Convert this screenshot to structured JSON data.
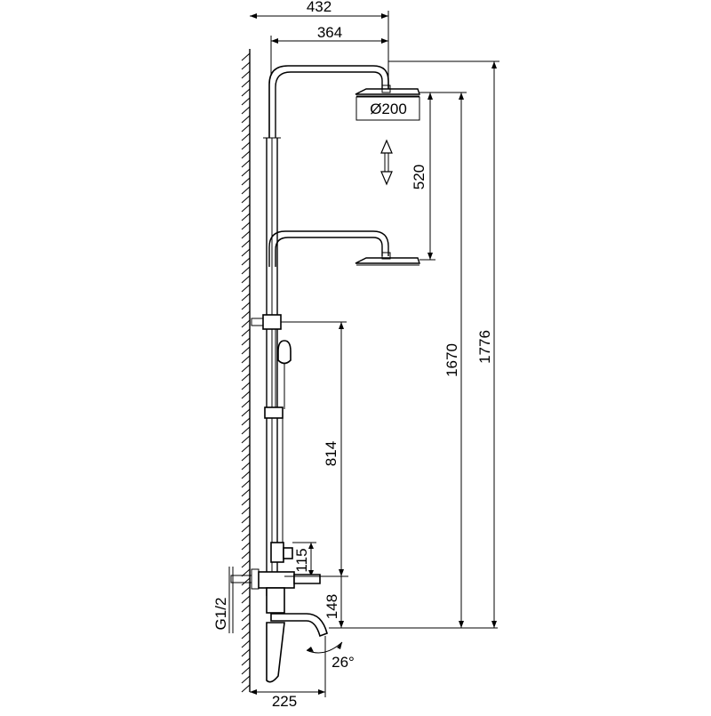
{
  "dimensions": {
    "total_width": "432",
    "arm_length": "364",
    "head_diameter": "Ø200",
    "slide_range": "520",
    "mixer_to_head_height": "1670",
    "total_height": "1776",
    "mixer_to_bracket": "814",
    "mixer_offset": "115",
    "spout_height": "148",
    "inlet_thread": "G1/2",
    "spout_angle": "26°",
    "spout_projection": "225"
  },
  "icons": {
    "adjust_arrow": "double-arrow-icon",
    "wall": "wall-hatch-icon"
  }
}
